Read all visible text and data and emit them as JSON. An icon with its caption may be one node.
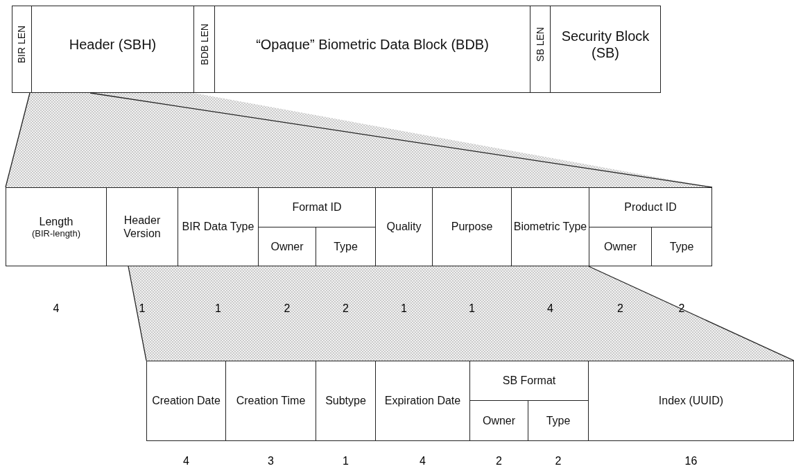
{
  "diagram": {
    "nodes": [
      {
        "text": [
          "BIR LEN"
        ]
      },
      {
        "text": [
          "Header (SBH)"
        ]
      },
      {
        "text": [
          "BDB LEN"
        ]
      },
      {
        "text": [
          "“Opaque” Biometric Data Block (BDB)"
        ]
      },
      {
        "text": [
          "SB LEN"
        ]
      },
      {
        "text": [
          "Security Block (SB)"
        ]
      },
      {
        "text": [
          "Length",
          "(BIR-length)"
        ],
        "beside": [
          "4"
        ]
      },
      {
        "text": [
          "Header Version"
        ],
        "beside": [
          "1"
        ]
      },
      {
        "text": [
          "BIR Data Type"
        ],
        "beside": [
          "1"
        ]
      },
      {
        "text": [
          "Format ID"
        ]
      },
      {
        "text": [
          "Owner"
        ],
        "beside": [
          "2"
        ]
      },
      {
        "text": [
          "Type"
        ],
        "beside": [
          "2"
        ]
      },
      {
        "text": [
          "Quality"
        ],
        "beside": [
          "1"
        ]
      },
      {
        "text": [
          "Purpose"
        ],
        "beside": [
          "1"
        ]
      },
      {
        "text": [
          "Biometric Type"
        ],
        "beside": [
          "4"
        ]
      },
      {
        "text": [
          "Product ID"
        ]
      },
      {
        "text": [
          "Owner"
        ],
        "beside": [
          "2"
        ]
      },
      {
        "text": [
          "Type"
        ],
        "beside": [
          "2"
        ]
      },
      {
        "text": [
          "Creation Date"
        ],
        "beside": [
          "4"
        ]
      },
      {
        "text": [
          "Creation Time"
        ],
        "beside": [
          "3"
        ]
      },
      {
        "text": [
          "Subtype"
        ],
        "beside": [
          "1"
        ]
      },
      {
        "text": [
          "Expiration Date"
        ],
        "beside": [
          "4"
        ]
      },
      {
        "text": [
          "SB Format"
        ]
      },
      {
        "text": [
          "Owner"
        ],
        "beside": [
          "2"
        ]
      },
      {
        "text": [
          "Type"
        ],
        "beside": [
          "2"
        ]
      },
      {
        "text": [
          "Index (UUID)"
        ],
        "beside": [
          "16"
        ]
      }
    ]
  }
}
